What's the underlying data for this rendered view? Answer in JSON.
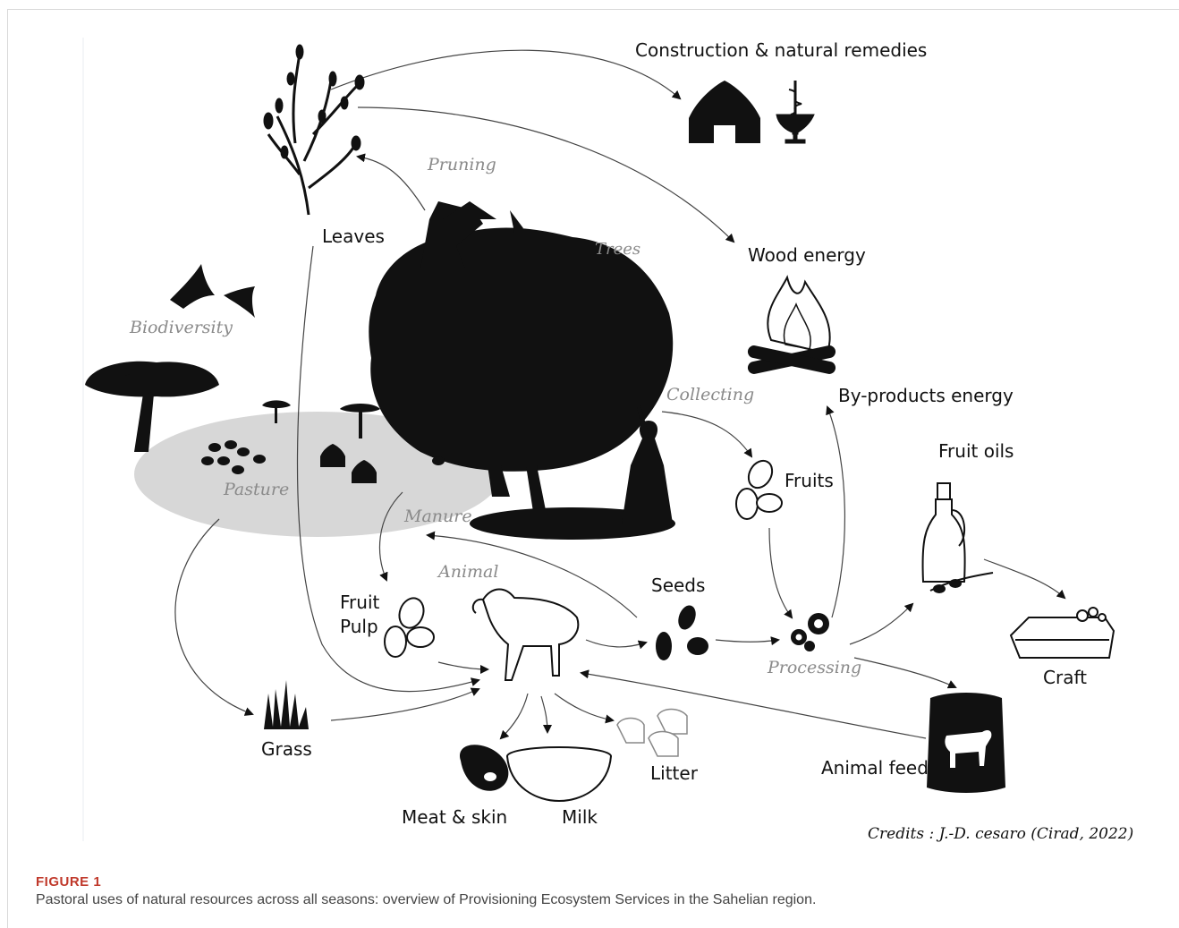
{
  "figure": {
    "caption_label": "FIGURE 1",
    "caption_text": "Pastoral uses of natural resources across all seasons: overview of Provisioning Ecosystem Services in the Sahelian region."
  },
  "diagram": {
    "labels": {
      "construction": "Construction & natural remedies",
      "pruning": "Pruning",
      "leaves": "Leaves",
      "trees": "Trees",
      "wood_energy": "Wood energy",
      "biodiversity": "Biodiversity",
      "collecting": "Collecting",
      "byproducts_energy": "By-products energy",
      "fruit_oils": "Fruit oils",
      "pasture": "Pasture",
      "fruits": "Fruits",
      "manure": "Manure",
      "animal": "Animal",
      "fruit_pulp_1": "Fruit",
      "fruit_pulp_2": "Pulp",
      "seeds": "Seeds",
      "processing": "Processing",
      "craft": "Craft",
      "grass": "Grass",
      "litter": "Litter",
      "animal_feed": "Animal feed",
      "meat_skin": "Meat & skin",
      "milk": "Milk",
      "credits": "Credits : J.-D. cesaro (Cirad, 2022)"
    },
    "icons": [
      "hut-icon",
      "medicine-caduceus-icon",
      "branch-icon",
      "tree-icon",
      "acacia-tree-icon",
      "birds-icon",
      "campfire-icon",
      "oil-bottle-icon",
      "fruit-icon",
      "seeds-icon",
      "gears-icon",
      "soap-icon",
      "grass-icon",
      "sheep-icon",
      "meat-icon",
      "milk-bowl-icon",
      "lambs-icon",
      "feed-bag-icon",
      "cow-icon",
      "herder-icon",
      "woman-icon"
    ]
  }
}
